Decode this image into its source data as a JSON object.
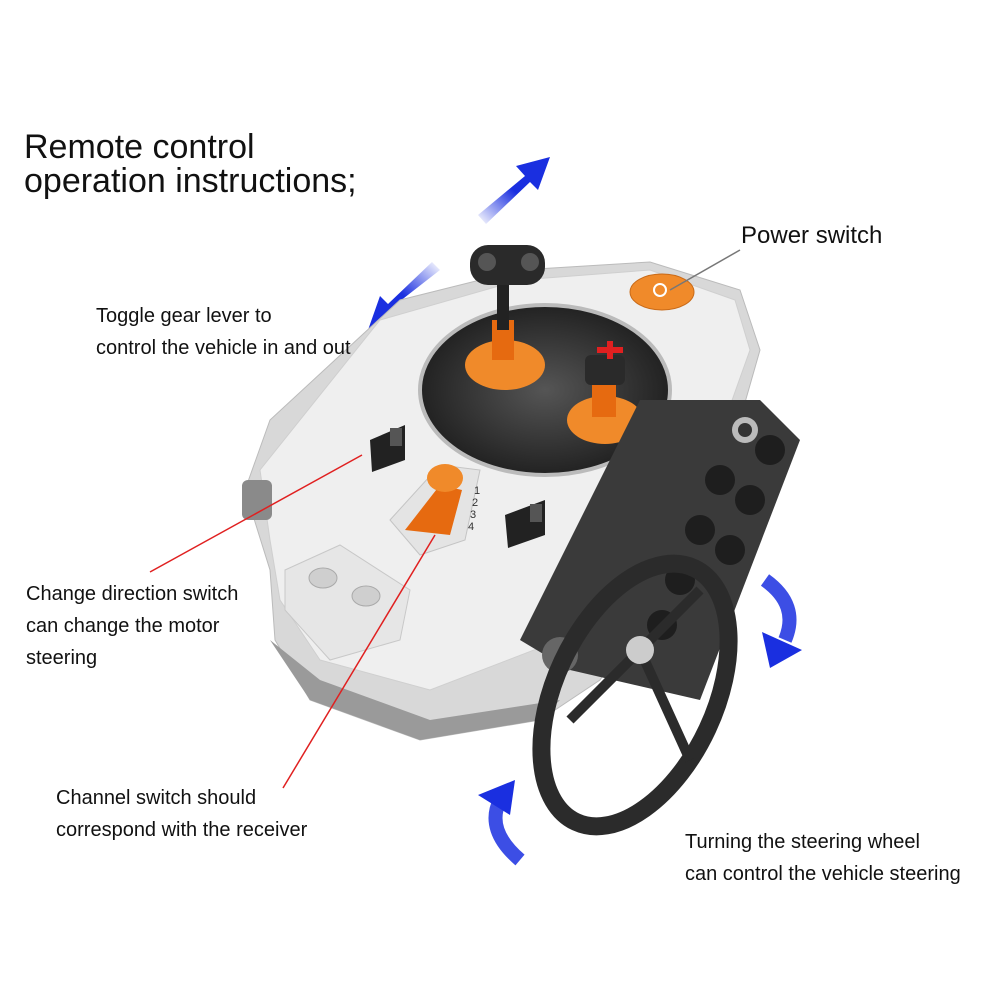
{
  "title": {
    "line1": "Remote control",
    "line2": "operation instructions;"
  },
  "labels": {
    "power_switch": "Power switch",
    "gear_lever": {
      "line1": "Toggle gear lever to",
      "line2": "control the vehicle in and out"
    },
    "direction_switch": {
      "line1": "Change direction switch",
      "line2": "can change the motor",
      "line3": "steering"
    },
    "channel_switch": {
      "line1": "Channel switch should",
      "line2": "correspond with the receiver"
    },
    "steering_wheel": {
      "line1": "Turning the steering wheel",
      "line2": "can control the vehicle steering"
    }
  },
  "device": {
    "channel_numbers": [
      "1",
      "2",
      "3",
      "4"
    ]
  },
  "colors": {
    "arrow": "#1a2fe0",
    "leader_line": "#e02020",
    "accent_orange": "#f08a2a",
    "body_white": "#ececec",
    "dark_part": "#3a3a3a"
  }
}
